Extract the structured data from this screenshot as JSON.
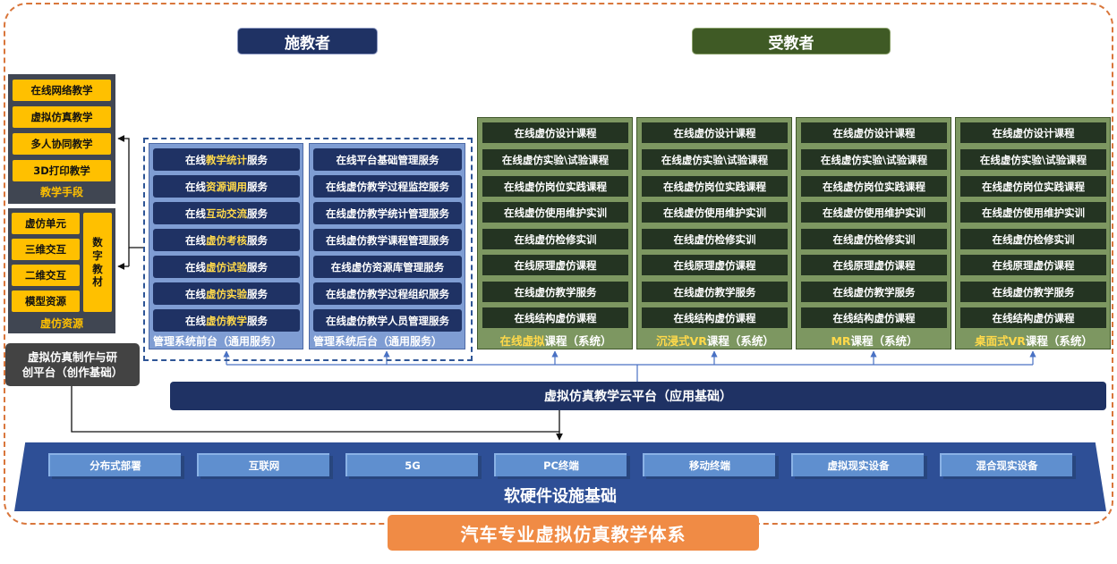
{
  "roles": {
    "teacher": "施教者",
    "learner": "受教者"
  },
  "teaching_means": {
    "items": [
      "在线网络教学",
      "虚拟仿真教学",
      "多人协同教学",
      "3D打印教学"
    ],
    "title": "教学手段"
  },
  "virtual_resources": {
    "items": [
      "虚仿单元",
      "三维交互",
      "二维交互",
      "模型资源"
    ],
    "digital_material": "数\n字\n教\n材",
    "title": "虚仿资源"
  },
  "creation_platform": "虚拟仿真制作与研\n创平台（创作基础）",
  "front_end": {
    "services": [
      {
        "pre": "在线",
        "hl": "教学统计",
        "post": "服务"
      },
      {
        "pre": "在线",
        "hl": "资源调用",
        "post": "服务"
      },
      {
        "pre": "在线",
        "hl": "互动交流",
        "post": "服务"
      },
      {
        "pre": "在线",
        "hl": "虚仿考核",
        "post": "服务"
      },
      {
        "pre": "在线",
        "hl": "虚仿试验",
        "post": "服务"
      },
      {
        "pre": "在线",
        "hl": "虚仿实验",
        "post": "服务"
      },
      {
        "pre": "在线",
        "hl": "虚仿教学",
        "post": "服务"
      }
    ],
    "title": "管理系统前台（通用服务）"
  },
  "back_end": {
    "services": [
      "在线平台基础管理服务",
      "在线虚仿教学过程监控服务",
      "在线虚仿教学统计管理服务",
      "在线虚仿教学课程管理服务",
      "在线虚仿资源库管理服务",
      "在线虚仿教学过程组织服务",
      "在线虚仿教学人员管理服务"
    ],
    "title": "管理系统后台（通用服务）"
  },
  "course_panels": [
    {
      "items": [
        "在线虚仿设计课程",
        "在线虚仿实验\\试验课程",
        "在线虚仿岗位实践课程",
        "在线虚仿使用维护实训",
        "在线虚仿检修实训",
        "在线原理虚仿课程",
        "在线虚仿教学服务",
        "在线结构虚仿课程"
      ],
      "title_hl": "在线虚拟",
      "title_rest": "课程（系统）"
    },
    {
      "items": [
        "在线虚仿设计课程",
        "在线虚仿实验\\试验课程",
        "在线虚仿岗位实践课程",
        "在线虚仿使用维护实训",
        "在线虚仿检修实训",
        "在线原理虚仿课程",
        "在线虚仿教学服务",
        "在线结构虚仿课程"
      ],
      "title_hl": "沉浸式VR",
      "title_rest": "课程（系统）"
    },
    {
      "items": [
        "在线虚仿设计课程",
        "在线虚仿实验\\试验课程",
        "在线虚仿岗位实践课程",
        "在线虚仿使用维护实训",
        "在线虚仿检修实训",
        "在线原理虚仿课程",
        "在线虚仿教学服务",
        "在线结构虚仿课程"
      ],
      "title_hl": "MR",
      "title_rest": "课程（系统）"
    },
    {
      "items": [
        "在线虚仿设计课程",
        "在线虚仿实验\\试验课程",
        "在线虚仿岗位实践课程",
        "在线虚仿使用维护实训",
        "在线虚仿检修实训",
        "在线原理虚仿课程",
        "在线虚仿教学服务",
        "在线结构虚仿课程"
      ],
      "title_hl": "桌面式VR",
      "title_rest": "课程（系统）"
    }
  ],
  "cloud_platform": "虚拟仿真教学云平台（应用基础）",
  "hardware": {
    "items": [
      "分布式部署",
      "互联网",
      "5G",
      "PC终端",
      "移动终端",
      "虚拟现实设备",
      "混合现实设备"
    ],
    "title": "软硬件设施基础"
  },
  "system_title": "汽车专业虚拟仿真教学体系",
  "colors": {
    "navy": "#1f3264",
    "dark_green": "#243422",
    "gold": "#ffc000",
    "orange": "#f08b45",
    "frame_orange": "#d9763b",
    "platform_blue": "#2e4f96"
  }
}
